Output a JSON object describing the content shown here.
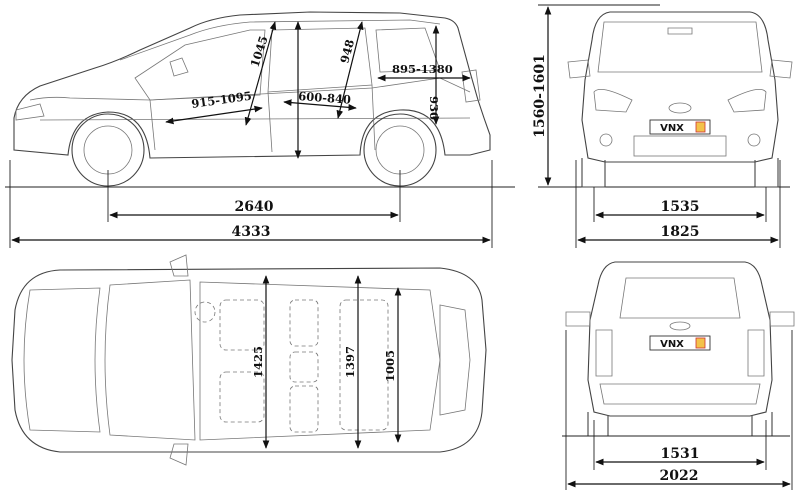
{
  "dimensions": {
    "wheelbase": "2640",
    "overall_length": "4333",
    "front_track": "1535",
    "width_body": "1825",
    "rear_track": "1531",
    "width_mirrors": "2022",
    "height": "1560-1601",
    "front_legroom": "915-1095",
    "rear_legroom": "600-840",
    "front_headroom": "1045",
    "rear_headroom": "948",
    "cargo_length": "895-1380",
    "cargo_height": "930",
    "front_shoulder": "1425",
    "rear_shoulder": "1397",
    "cargo_width": "1005"
  },
  "plate": {
    "text": "VNX"
  }
}
